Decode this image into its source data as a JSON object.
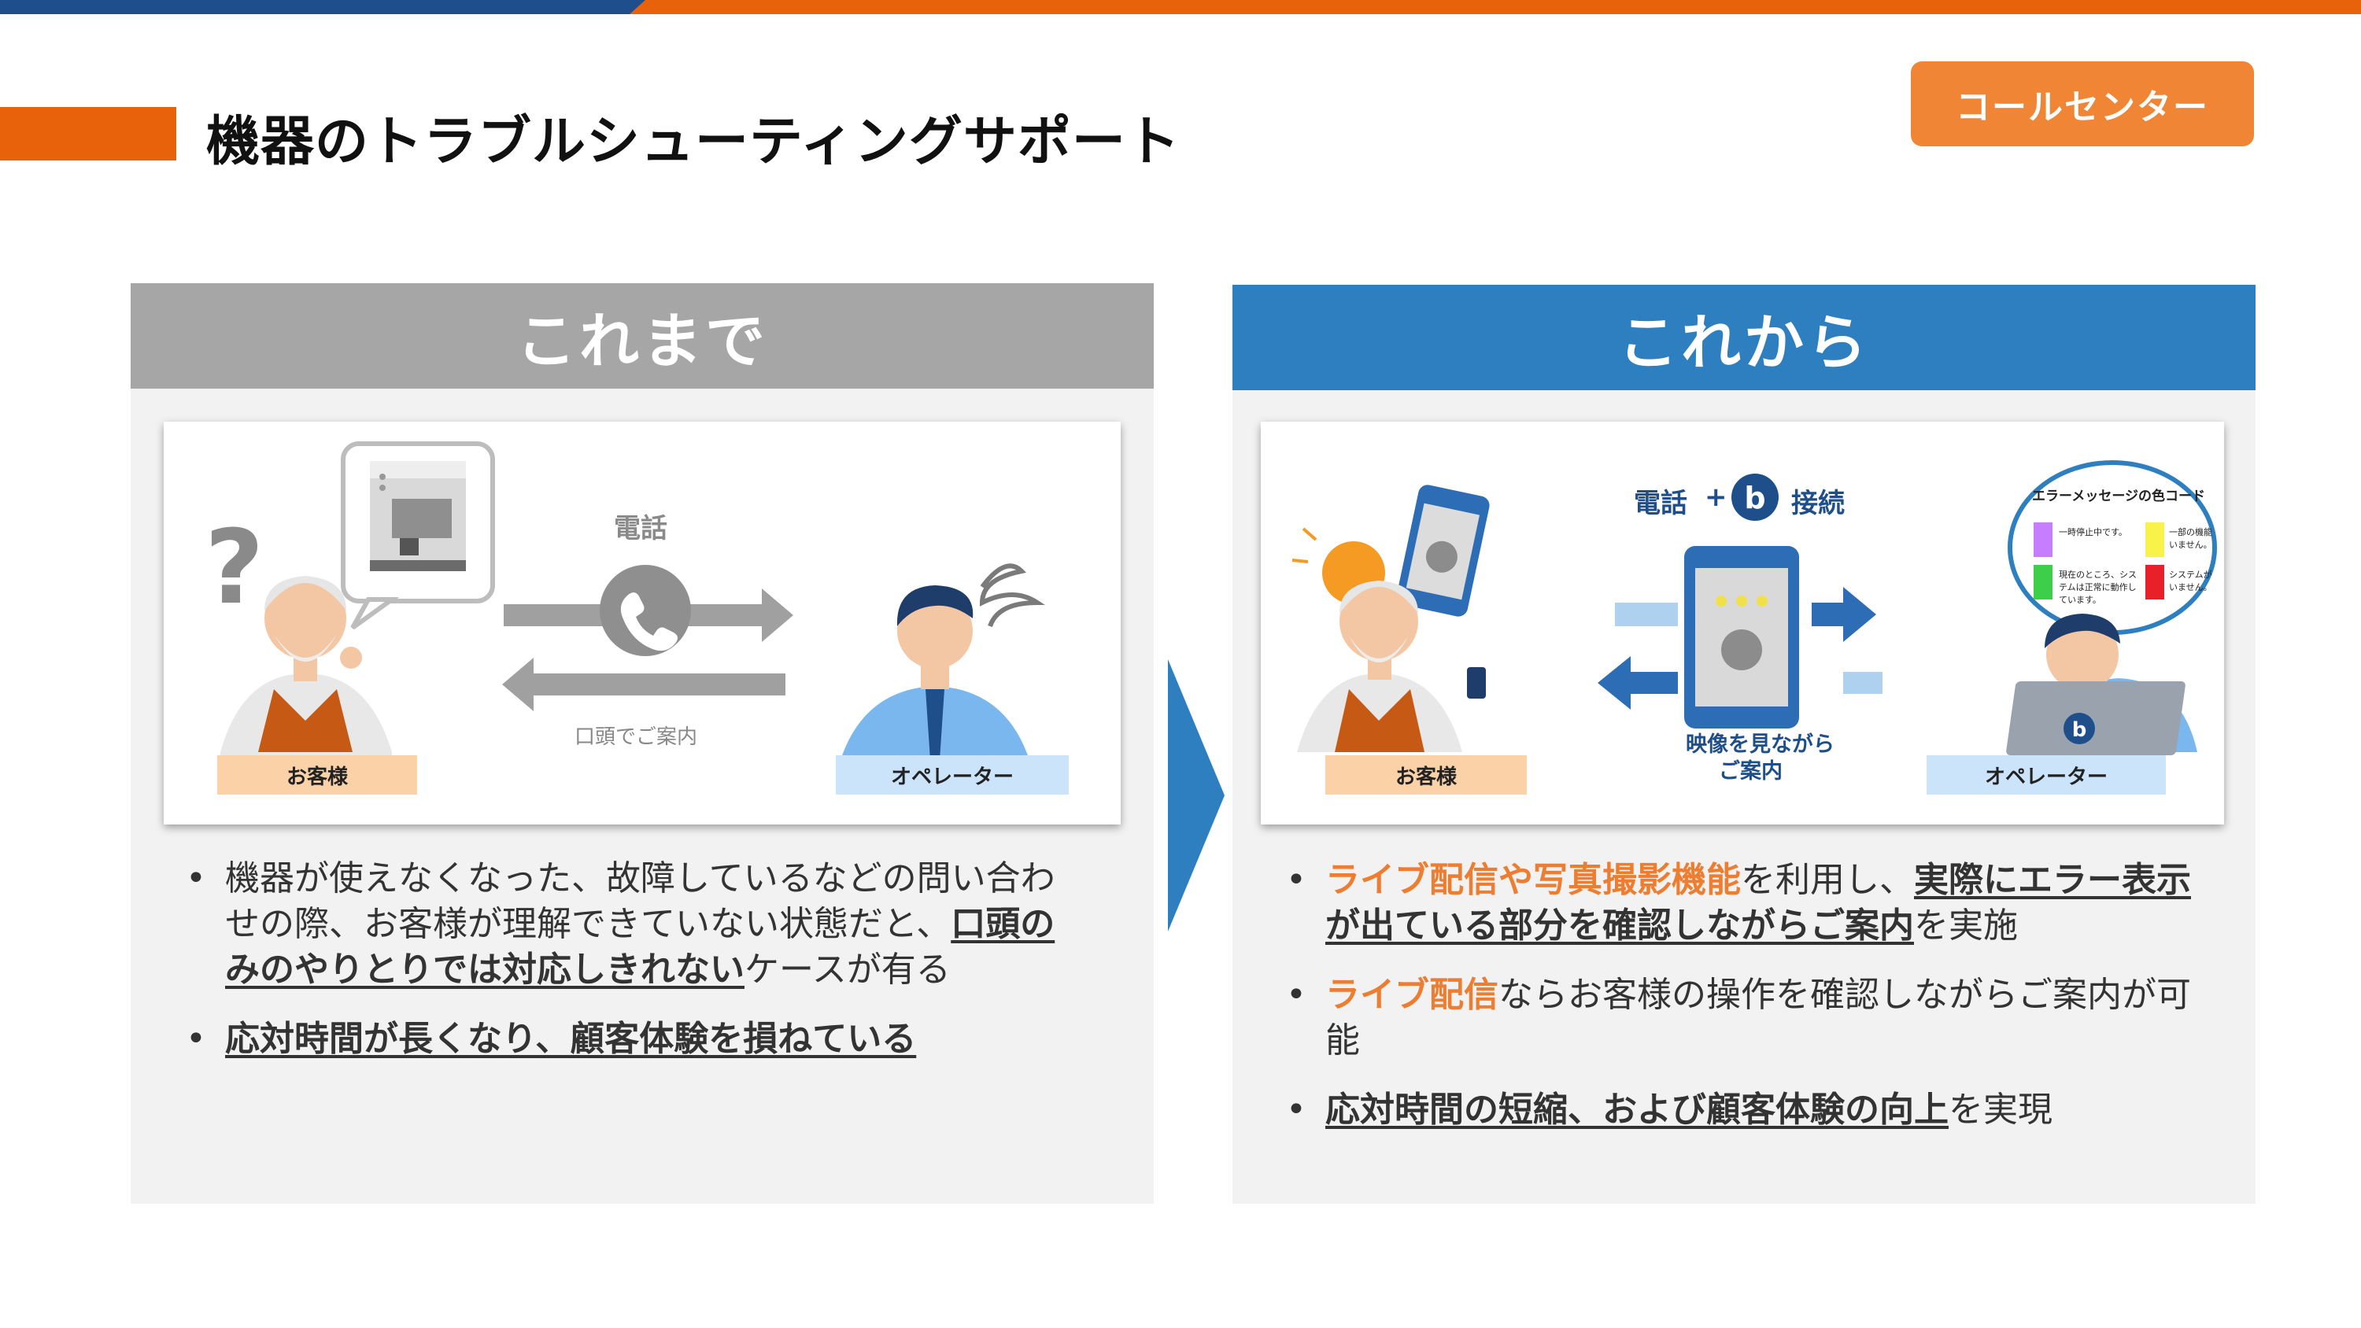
{
  "header": {
    "title": "機器のトラブルシューティングサポート",
    "tag": "コールセンター"
  },
  "colors": {
    "accent_orange": "#e8620c",
    "tag_orange": "#ef8535",
    "panel_gray": "#a6a6a6",
    "panel_blue": "#2e7fbf",
    "highlight_orange": "#ed7d31"
  },
  "before": {
    "heading": "これまで",
    "illustration": {
      "customer_label": "お客様",
      "operator_label": "オペレーター",
      "phone_label": "電話",
      "verbal_label": "口頭でご案内",
      "question_mark": "?"
    },
    "bullets": [
      {
        "text1": "機器が使えなくなった、故障しているなどの問い合わせの際、お客様が理解できていない状態だと、",
        "emph": "口頭のみのやりとりでは対応しきれない",
        "text2": "ケースが有る"
      },
      {
        "emph": "応対時間が長くなり、顧客体験を損ねている"
      }
    ]
  },
  "after": {
    "heading": "これから",
    "illustration": {
      "customer_label": "お客様",
      "operator_label": "オペレーター",
      "connect_phone": "電話",
      "connect_plus": "+",
      "connect_label": "接続",
      "connect_logo": "b",
      "video_label_1": "映像を見ながら",
      "video_label_2": "ご案内",
      "bubble_title": "エラーメッセージの色コード",
      "codes": [
        {
          "color": "#c77dff",
          "text": "一時停止中です。"
        },
        {
          "color": "#f9f24a",
          "text": "一部の機能いません。"
        },
        {
          "color": "#3ecf4a",
          "text": "現在のところ、システムは正常に動作しています。"
        },
        {
          "color": "#e8202a",
          "text": "システムがいません。"
        }
      ]
    },
    "bullets": [
      {
        "o1": "ライブ配信や写真撮影機能",
        "t1": "を利用し、",
        "u1": "実際にエラー表示が出ている部分を確認しながらご案内",
        "t2": "を実施"
      },
      {
        "o1": "ライブ配信",
        "t1": "ならお客様の操作を確認しながらご案内が可能"
      },
      {
        "u1": "応対時間の短縮、および顧客体験の向上",
        "t1": "を実現"
      }
    ]
  }
}
